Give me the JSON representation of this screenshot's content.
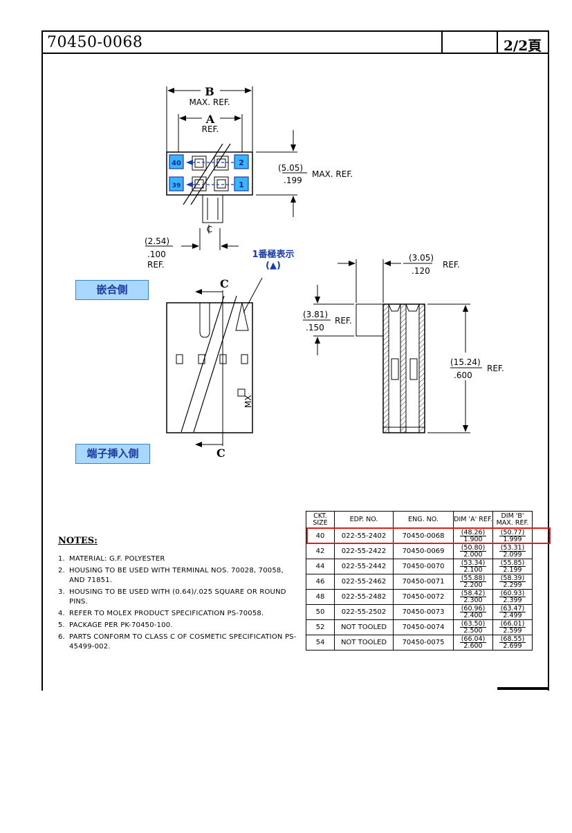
{
  "header": {
    "part_number": "70450-0068",
    "page": "2/2頁"
  },
  "top_view": {
    "dim_b": "B",
    "dim_b_note": "MAX. REF.",
    "dim_a": "A",
    "dim_a_note": "REF.",
    "pin_labels": [
      "40",
      "39",
      "2",
      "1"
    ],
    "height_metric": "(5.05)",
    "height_inch": ".199",
    "height_note": "MAX. REF.",
    "section_c": "C",
    "pitch_metric": "(2.54)",
    "pitch_inch": ".100",
    "pitch_note": "REF."
  },
  "labels": {
    "mating_side": "嵌合側",
    "terminal_side": "端子挿入側",
    "pin1": "1番極表示",
    "pin1_symbol": "(▲)"
  },
  "front_view": {
    "section_c": "C",
    "marking": "MX"
  },
  "side_view": {
    "top_metric": "(3.05)",
    "top_inch": ".120",
    "top_note": "REF.",
    "left_metric": "(3.81)",
    "left_inch": ".150",
    "left_note": "REF.",
    "height_metric": "(15.24)",
    "height_inch": ".600",
    "height_note": "REF."
  },
  "notes": {
    "title": "NOTES:",
    "items": [
      {
        "n": "1.",
        "text": "MATERIAL: G.F. POLYESTER"
      },
      {
        "n": "2.",
        "text": "HOUSING TO BE USED WITH TERMINAL NOS. 70028, 70058, AND 71851."
      },
      {
        "n": "3.",
        "text": "HOUSING TO BE USED WITH (0.64)/.025 SQUARE OR ROUND PINS."
      },
      {
        "n": "4.",
        "text": "REFER TO MOLEX PRODUCT SPECIFICATION PS-70058."
      },
      {
        "n": "5.",
        "text": "PACKAGE PER PK-70450-100."
      },
      {
        "n": "6.",
        "text": "PARTS CONFORM TO CLASS C OF COSMETIC SPECIFICATION PS-45499-002."
      }
    ]
  },
  "table": {
    "headers": [
      "CKT. SIZE",
      "EDP. NO.",
      "ENG. NO.",
      "DIM 'A' REF.",
      "DIM 'B' MAX. REF."
    ],
    "rows": [
      {
        "ckt": "40",
        "edp": "022-55-2402",
        "eng": "70450-0068",
        "a_mm": "(48.26)",
        "a_in": "1.900",
        "b_mm": "(50.77)",
        "b_in": "1.999"
      },
      {
        "ckt": "42",
        "edp": "022-55-2422",
        "eng": "70450-0069",
        "a_mm": "(50.80)",
        "a_in": "2.000",
        "b_mm": "(53.31)",
        "b_in": "2.099"
      },
      {
        "ckt": "44",
        "edp": "022-55-2442",
        "eng": "70450-0070",
        "a_mm": "(53.34)",
        "a_in": "2.100",
        "b_mm": "(55.85)",
        "b_in": "2.199"
      },
      {
        "ckt": "46",
        "edp": "022-55-2462",
        "eng": "70450-0071",
        "a_mm": "(55.88)",
        "a_in": "2.200",
        "b_mm": "(58.39)",
        "b_in": "2.299"
      },
      {
        "ckt": "48",
        "edp": "022-55-2482",
        "eng": "70450-0072",
        "a_mm": "(58.42)",
        "a_in": "2.300",
        "b_mm": "(60.93)",
        "b_in": "2.399"
      },
      {
        "ckt": "50",
        "edp": "022-55-2502",
        "eng": "70450-0073",
        "a_mm": "(60.96)",
        "a_in": "2.400",
        "b_mm": "(63.47)",
        "b_in": "2.499"
      },
      {
        "ckt": "52",
        "edp": "NOT TOOLED",
        "eng": "70450-0074",
        "a_mm": "(63.50)",
        "a_in": "2.500",
        "b_mm": "(66.01)",
        "b_in": "2.599"
      },
      {
        "ckt": "54",
        "edp": "NOT TOOLED",
        "eng": "70450-0075",
        "a_mm": "(66.04)",
        "a_in": "2.600",
        "b_mm": "(68.55)",
        "b_in": "2.699"
      }
    ]
  }
}
